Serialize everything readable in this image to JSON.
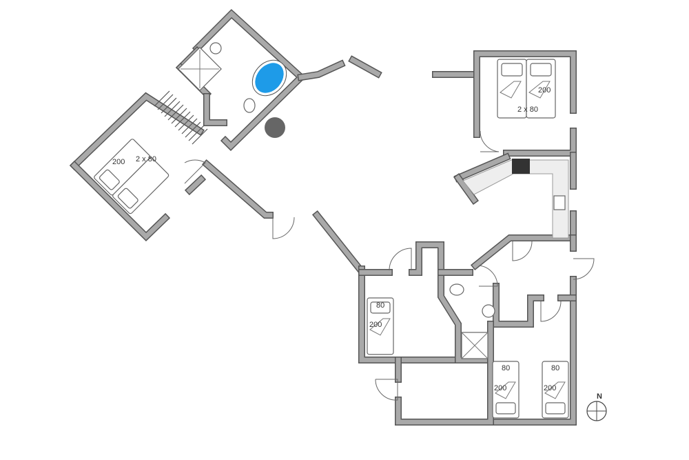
{
  "plan": {
    "bed_labels": {
      "top_right_width": "2 x 80",
      "top_right_length": "200",
      "left_width": "2 x 80",
      "left_length": "200",
      "lower_left_width": "80",
      "lower_left_length": "200",
      "lower_right_a_width": "80",
      "lower_right_a_length": "200",
      "lower_right_b_width": "80",
      "lower_right_b_length": "200"
    },
    "compass": "N",
    "colors": {
      "wall": "#a9a9a9",
      "wall_outline": "#555555",
      "tub": "#1e9be8",
      "fireplace": "#666666"
    }
  }
}
